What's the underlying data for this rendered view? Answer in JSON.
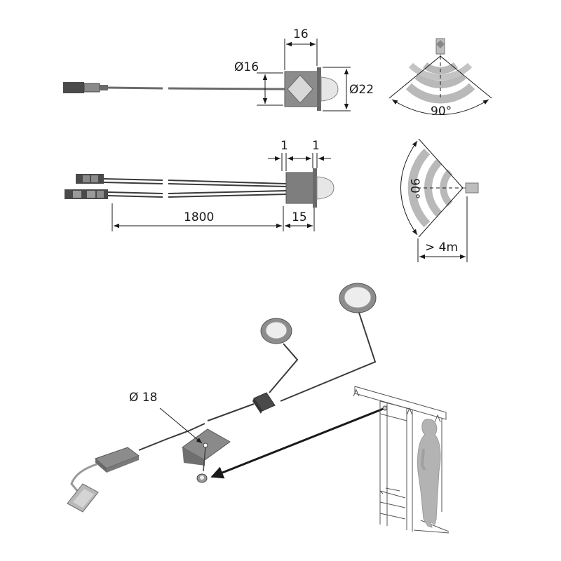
{
  "dimensions": {
    "length_16": "16",
    "dia_16": "Ø16",
    "dia_22": "Ø22",
    "angle_top": "90°",
    "gap_left": "1",
    "gap_right": "1",
    "cable_length": "1800",
    "body_15": "15",
    "angle_side": "90°",
    "range": "> 4m",
    "dia_18": "Ø 18"
  },
  "colors": {
    "metal": "#9a9a9a",
    "lens": "#e2e2e2",
    "arc": "#b9b9b9",
    "body": "#7a7a7a"
  }
}
